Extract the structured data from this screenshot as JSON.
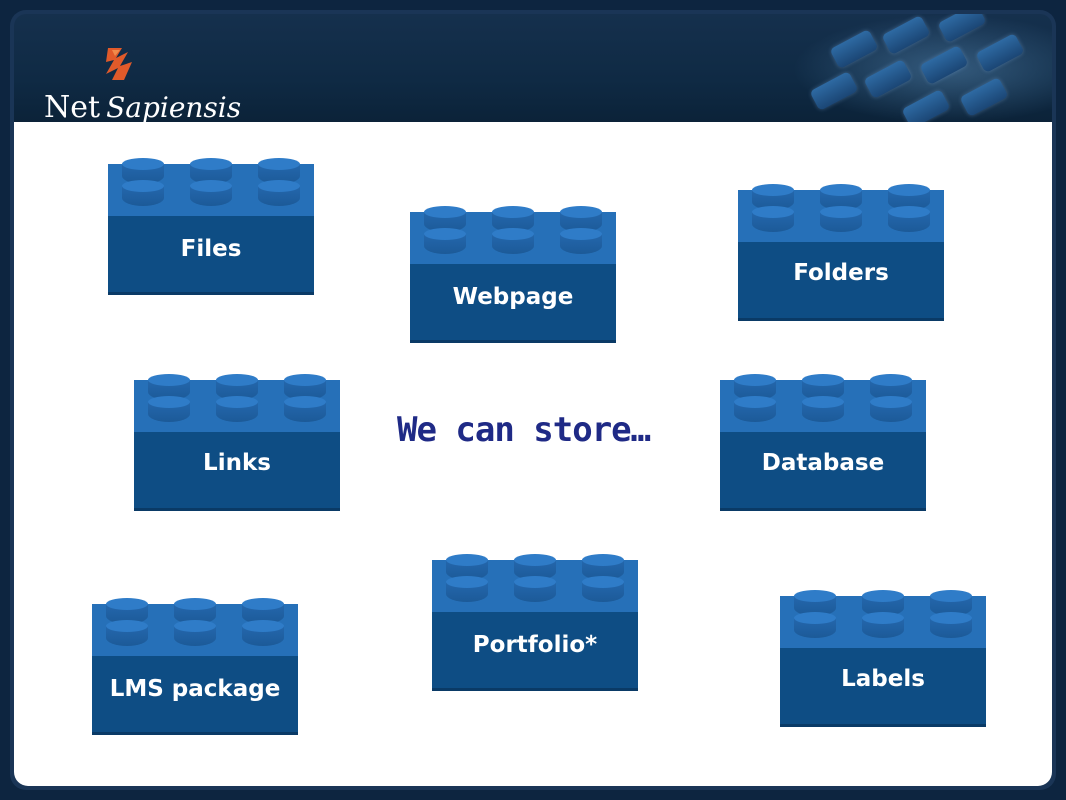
{
  "brand": {
    "name_net": "Net",
    "name_sapiensis": "Sapiensis"
  },
  "heading": "We can store…",
  "bricks": {
    "files": "Files",
    "webpage": "Webpage",
    "folders": "Folders",
    "links": "Links",
    "database": "Database",
    "lms_package": "LMS package",
    "portfolio": "Portfolio*",
    "labels": "Labels"
  },
  "colors": {
    "brick_front": "#0e4d84",
    "brick_top": "#2670b8",
    "heading": "#1f2a86",
    "logo_accent": "#e05a2a",
    "header_bg": "#0f2a44"
  }
}
